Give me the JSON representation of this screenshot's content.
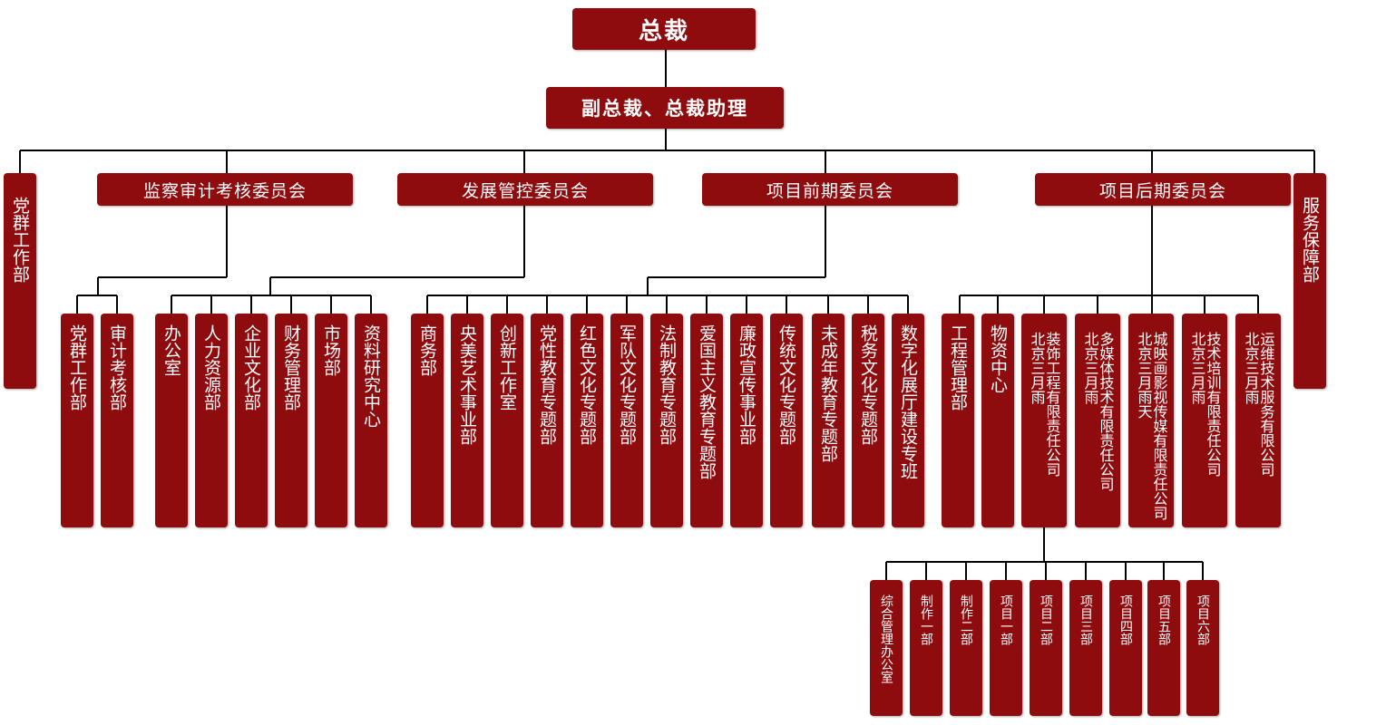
{
  "org": {
    "ceo": "总裁",
    "vp": "副总裁、总裁助理",
    "side_left": "党群工作部",
    "side_right": "服务保障部",
    "committees": [
      "监察审计考核委员会",
      "发展管控委员会",
      "项目前期委员会",
      "项目后期委员会"
    ],
    "audit_depts": [
      "党群工作部",
      "审计考核部"
    ],
    "dev_depts": [
      "办公室",
      "人力资源部",
      "企业文化部",
      "财务管理部",
      "市场部",
      "资料研究中心"
    ],
    "early_depts": [
      "商务部",
      "央美艺术事业部",
      "创新工作室",
      "党性教育专题部",
      "红色文化专题部",
      "军队文化专题部",
      "法制教育专题部",
      "爱国主义教育专题部",
      "廉政宣传事业部",
      "传统文化专题部",
      "未成年教育专题部",
      "税务文化专题部",
      "数字化展厅建设专班"
    ],
    "late_depts": [
      "工程管理部",
      "物资中心"
    ],
    "companies": [
      {
        "prefix": "北京三月雨",
        "name": "装饰工程有限责任公司"
      },
      {
        "prefix": "北京三月雨",
        "name": "多媒体技术有限责任公司"
      },
      {
        "prefix": "北京三月雨天",
        "name": "城映画影视传媒有限责任公司"
      },
      {
        "prefix": "北京三月雨",
        "name": "技术培训有限责任公司"
      },
      {
        "prefix": "北京三月雨",
        "name": "运维技术服务有限公司"
      }
    ],
    "sub_depts": [
      "综合管理办公室",
      "制作一部",
      "制作二部",
      "项目一部",
      "项目二部",
      "项目三部",
      "项目四部",
      "项目五部",
      "项目六部"
    ]
  },
  "colors": {
    "box": "#8e0b0e",
    "text": "#ffffff",
    "line": "#000000"
  }
}
